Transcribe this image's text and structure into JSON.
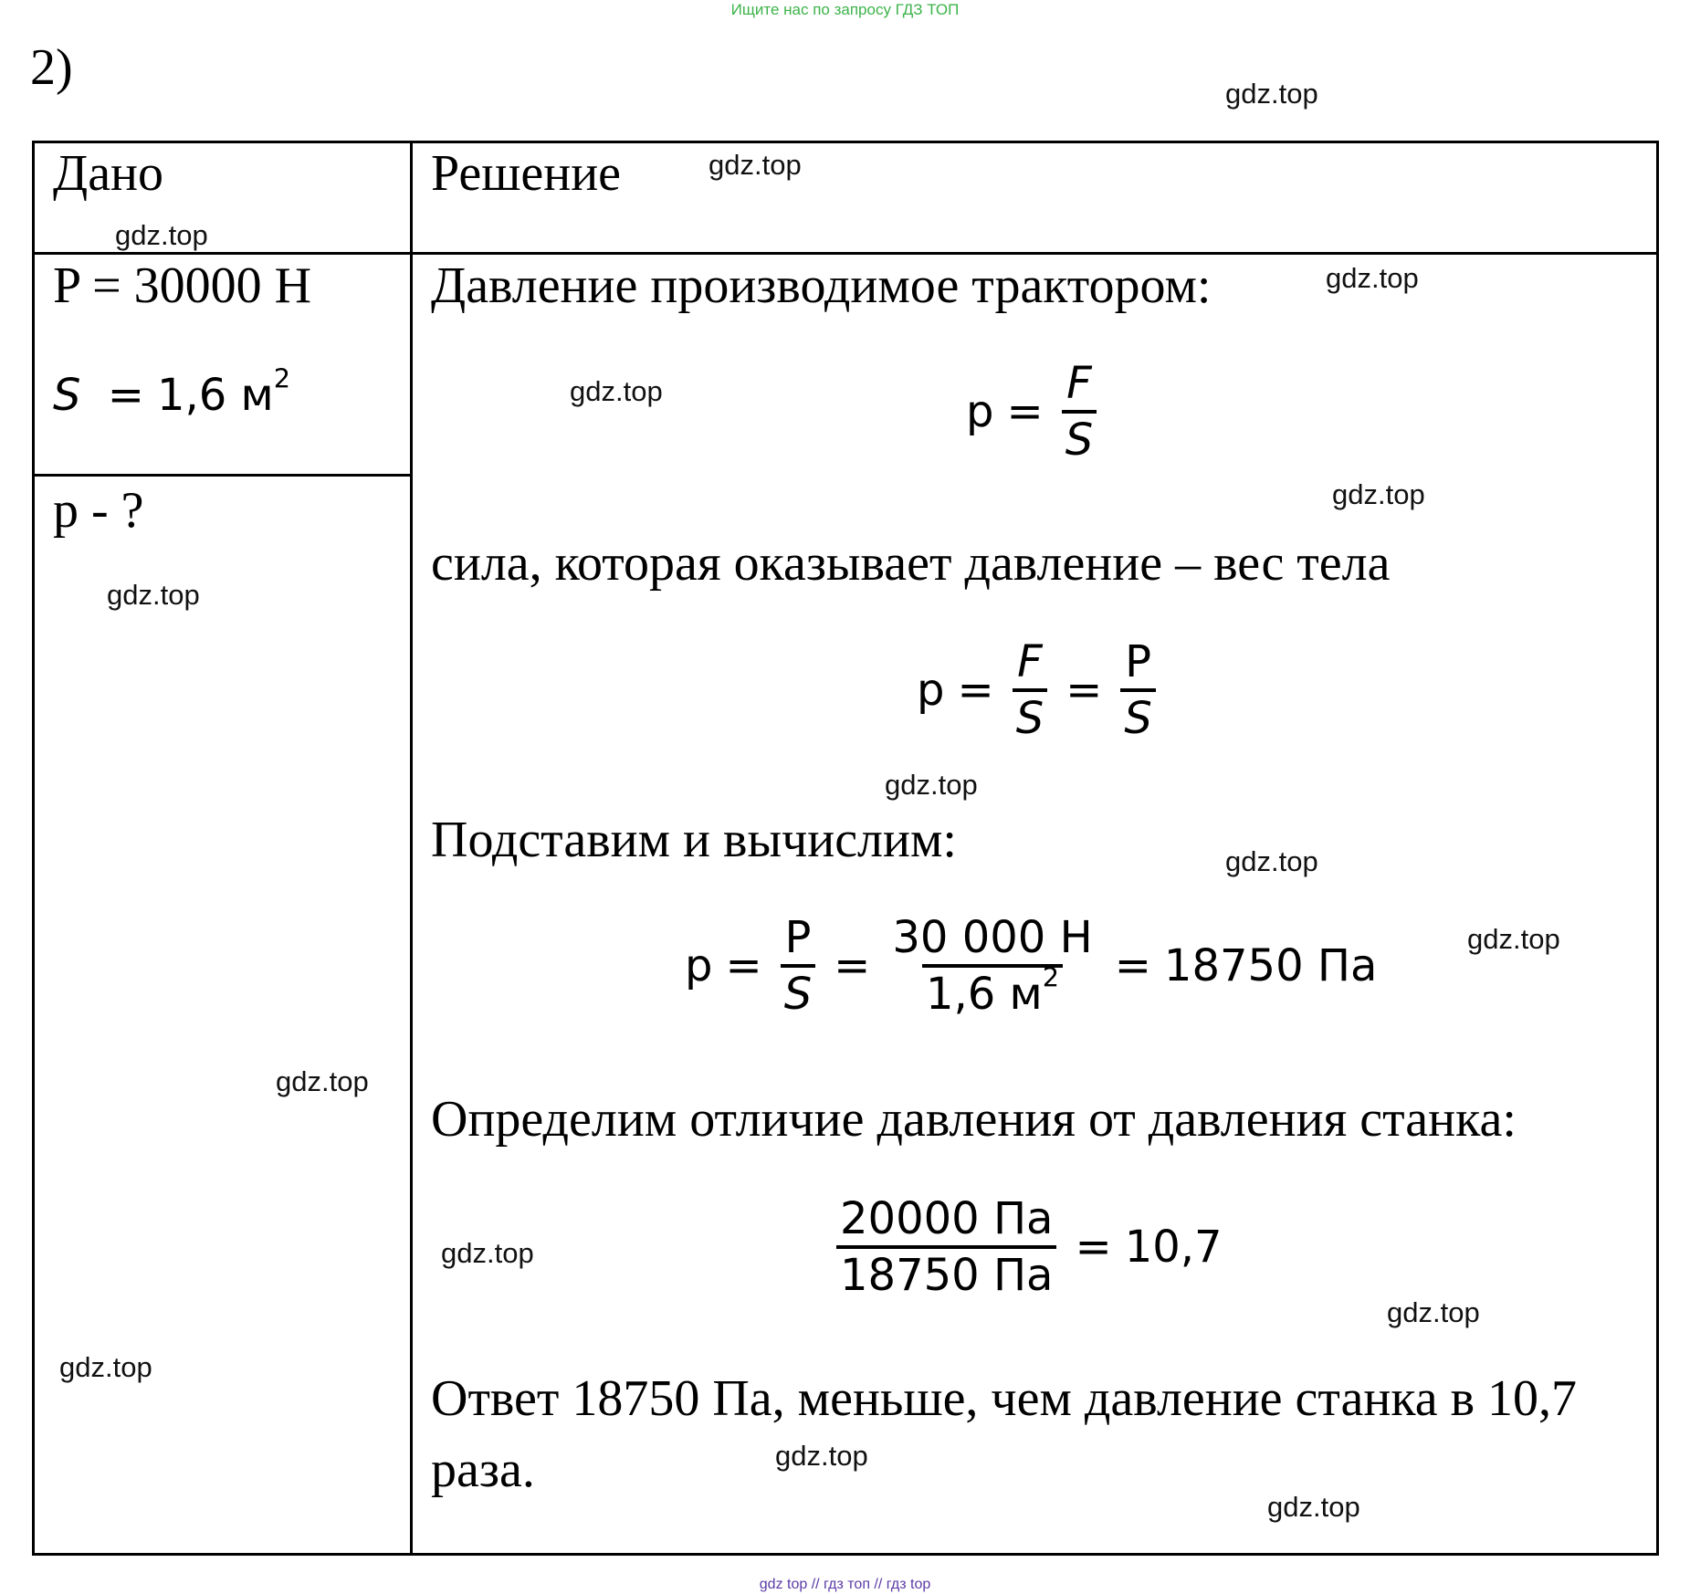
{
  "banner": "Ищите нас по запросу ГДЗ ТОП",
  "task_number": "2)",
  "headers": {
    "given": "Дано",
    "solution": "Решение"
  },
  "given": {
    "weight": "P = 30000 Н",
    "area_var": "S",
    "area_eq": "=",
    "area_val": "1,6 м",
    "area_exp": "2",
    "find": "p - ?"
  },
  "solution": {
    "line1": "Давление производимое трактором:",
    "f1": {
      "lhs": "p",
      "eq": "=",
      "num": "F",
      "den": "S"
    },
    "line2": "сила, которая оказывает давление – вес тела",
    "f2": {
      "lhs": "p",
      "eq": "=",
      "num1": "F",
      "den1": "S",
      "eq2": "=",
      "num2": "P",
      "den2": "S"
    },
    "line3": "Подставим и вычислим:",
    "f3": {
      "lhs": "p",
      "eq": "=",
      "num1": "P",
      "den1": "S",
      "eq2": "=",
      "num2": "30 000 Н",
      "den2": "1,6 м",
      "den2_exp": "2",
      "eq3": "=",
      "result": "18750 Па"
    },
    "line4": "Определим отличие давления от давления станка:",
    "f4": {
      "num": "20000 Па",
      "den": "18750 Па",
      "eq": "=",
      "result": "10,7"
    },
    "answer_line1": "Ответ 18750 Па, меньше, чем давление станка в 10,7",
    "answer_line2": "раза."
  },
  "watermark": "gdz.top",
  "footer": "gdz top // гдз топ // гдз top"
}
